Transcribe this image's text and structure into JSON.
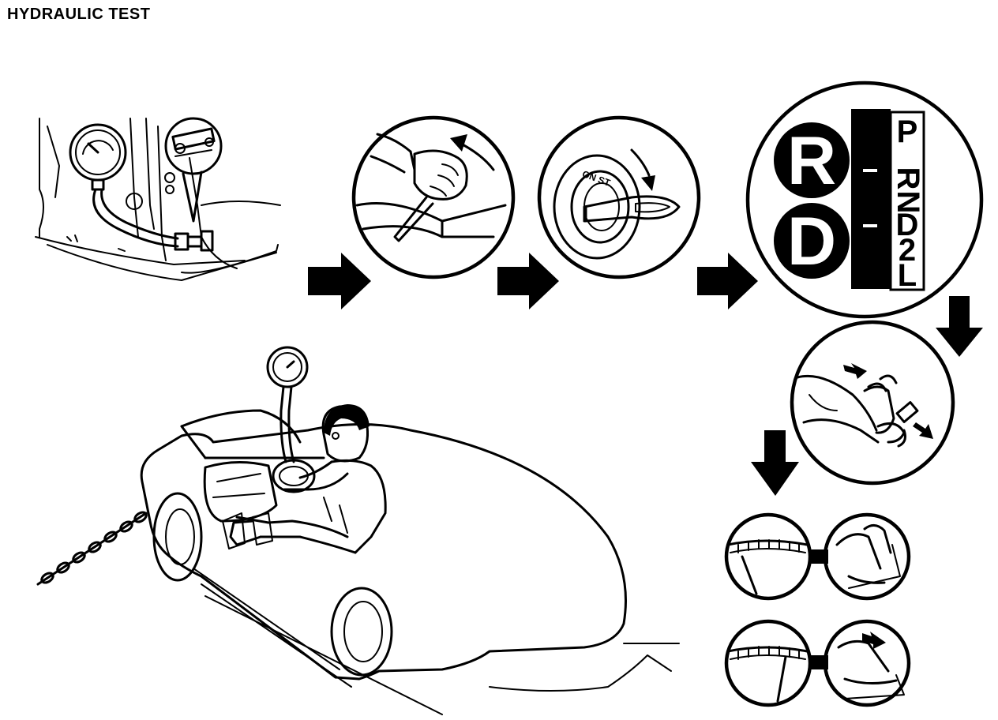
{
  "page": {
    "title": "HYDRAULIC TEST"
  },
  "selector": {
    "big_letters": [
      "R",
      "D"
    ],
    "gate": [
      "P",
      "R",
      "N",
      "D",
      "2",
      "L"
    ]
  },
  "ignition": {
    "label": "ON ST"
  },
  "colors": {
    "ink": "#000000",
    "paper": "#ffffff"
  }
}
